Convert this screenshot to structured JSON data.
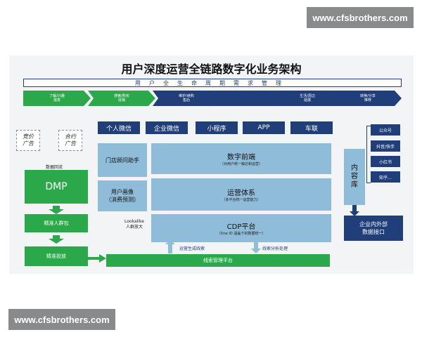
{
  "watermark_top": "www.cfsbrothers.com",
  "watermark_bottom": "www.cfsbrothers.com",
  "title": "用户深度运营全链路数字化业务架构",
  "lifecycle_banner": "用户全生命周期需求管理",
  "lifecycle_stages": [
    {
      "label": "了解/兴趣\n需意",
      "color": "#2ba84a"
    },
    {
      "label": "搜索/购买\n促销",
      "color": "#2ba84a"
    },
    {
      "label": "维护/续购\n售后",
      "color": "#1f3e7a"
    },
    {
      "label": "",
      "color": "#1f3e7a"
    },
    {
      "label": "生活/周边\n延展",
      "color": "#1f3e7a"
    },
    {
      "label": "转换/分享\n推荐",
      "color": "#1f3e7a"
    }
  ],
  "channels": [
    "个人微信",
    "企业微信",
    "小程序",
    "APP",
    "车联"
  ],
  "ad_types": [
    "竞价\n广告",
    "合约\n广告"
  ],
  "data_label": "数据回流",
  "left_flow": {
    "dmp": "DMP",
    "precise_crowd": "精准人群包",
    "precise_delivery": "精准投放"
  },
  "mid_left": {
    "store_assistant": "门店顾问助手",
    "user_profile": "用户画像\n（消费预测）"
  },
  "lookalike": "Lookalike\n人群放大",
  "core_layers": [
    {
      "title": "数字前端",
      "sub": "（对用户统一触达和运营）"
    },
    {
      "title": "运营体系",
      "sub": "（多平台统一运营能力）"
    },
    {
      "title": "CDP平台",
      "sub": "（One ID 涵盖下的数据统一）"
    }
  ],
  "arrow_labels": {
    "ops_leads": "运营生成线索",
    "lead_analysis": "线索分析处理"
  },
  "lead_platform": "线索管理平台",
  "content_library": "内\n容\n库",
  "enterprise_interface": "企业内外部\n数据接口",
  "right_media": [
    "公众号",
    "抖音/快手",
    "小红书",
    "知乎..."
  ]
}
